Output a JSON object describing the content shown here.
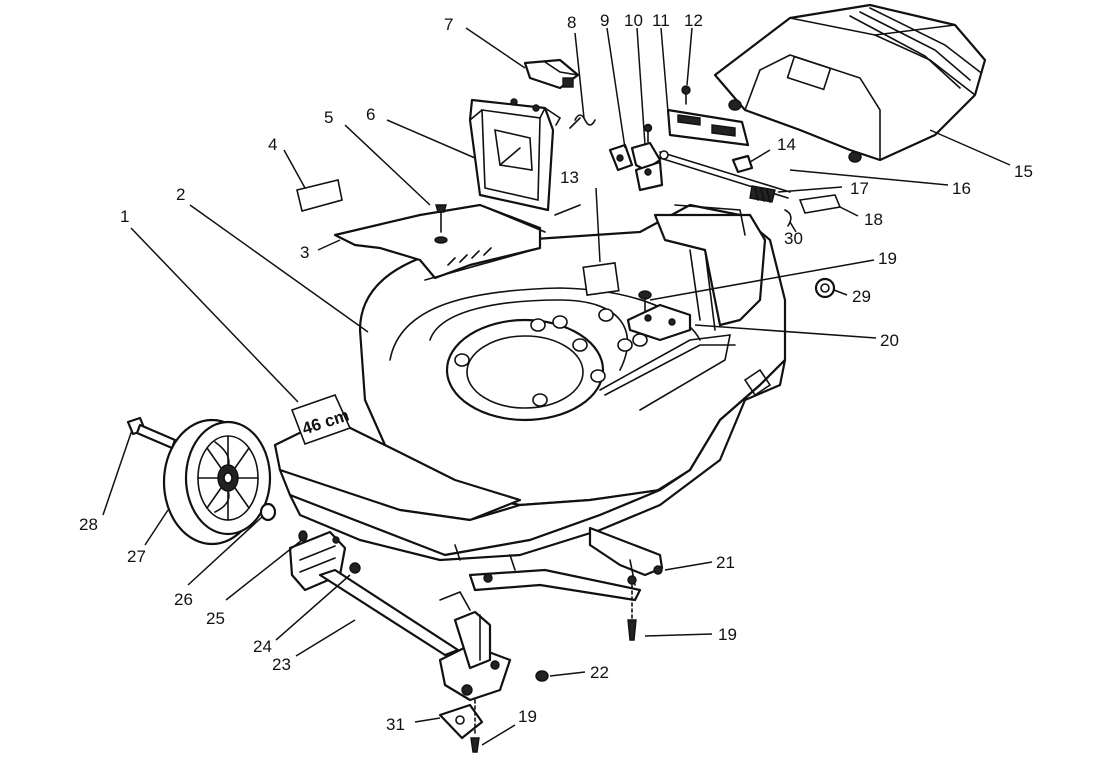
{
  "callouts": [
    {
      "id": "c1",
      "text": "1"
    },
    {
      "id": "c2",
      "text": "2"
    },
    {
      "id": "c3",
      "text": "3"
    },
    {
      "id": "c4",
      "text": "4"
    },
    {
      "id": "c5",
      "text": "5"
    },
    {
      "id": "c6",
      "text": "6"
    },
    {
      "id": "c7",
      "text": "7"
    },
    {
      "id": "c8",
      "text": "8"
    },
    {
      "id": "c9",
      "text": "9"
    },
    {
      "id": "c10",
      "text": "10"
    },
    {
      "id": "c11",
      "text": "11"
    },
    {
      "id": "c12",
      "text": "12"
    },
    {
      "id": "c13",
      "text": "13"
    },
    {
      "id": "c14",
      "text": "14"
    },
    {
      "id": "c15",
      "text": "15"
    },
    {
      "id": "c16",
      "text": "16"
    },
    {
      "id": "c17",
      "text": "17"
    },
    {
      "id": "c18",
      "text": "18"
    },
    {
      "id": "c19a",
      "text": "19"
    },
    {
      "id": "c19b",
      "text": "19"
    },
    {
      "id": "c19c",
      "text": "19"
    },
    {
      "id": "c20",
      "text": "20"
    },
    {
      "id": "c21",
      "text": "21"
    },
    {
      "id": "c22",
      "text": "22"
    },
    {
      "id": "c23",
      "text": "23"
    },
    {
      "id": "c24",
      "text": "24"
    },
    {
      "id": "c25",
      "text": "25"
    },
    {
      "id": "c26",
      "text": "26"
    },
    {
      "id": "c27",
      "text": "27"
    },
    {
      "id": "c28",
      "text": "28"
    },
    {
      "id": "c29",
      "text": "29"
    },
    {
      "id": "c30",
      "text": "30"
    },
    {
      "id": "c31",
      "text": "31"
    }
  ],
  "decal_text": "46 cm"
}
